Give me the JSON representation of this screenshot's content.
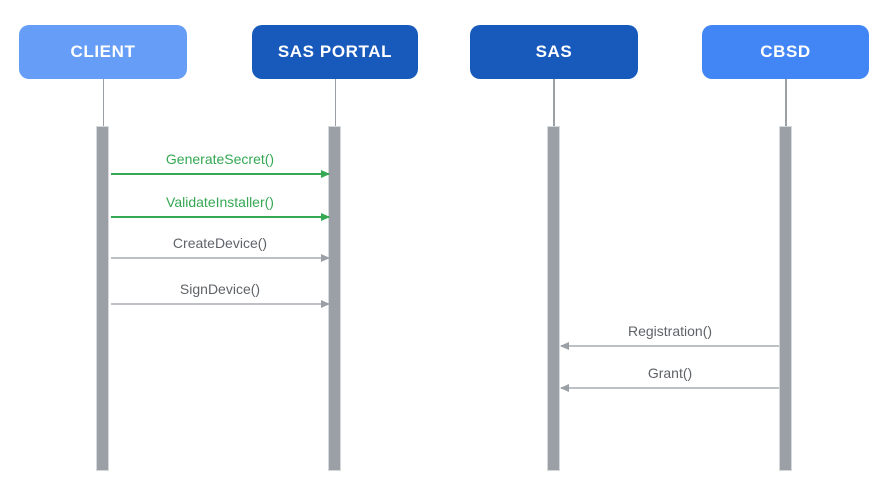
{
  "diagram": {
    "kind": "sequence-diagram",
    "actors": [
      {
        "id": "client",
        "label": "CLIENT",
        "color": "#669DF6"
      },
      {
        "id": "sas-portal",
        "label": "SAS PORTAL",
        "color": "#185ABC"
      },
      {
        "id": "sas",
        "label": "SAS",
        "color": "#185ABC"
      },
      {
        "id": "cbsd",
        "label": "CBSD",
        "color": "#4285F4"
      }
    ],
    "lifeline_color": "#9AA0A6",
    "messages": [
      {
        "label": "GenerateSecret()",
        "from": "CLIENT",
        "to": "SAS PORTAL",
        "direction": "right",
        "color": "#34A853"
      },
      {
        "label": "ValidateInstaller()",
        "from": "CLIENT",
        "to": "SAS PORTAL",
        "direction": "right",
        "color": "#34A853"
      },
      {
        "label": "CreateDevice()",
        "from": "CLIENT",
        "to": "SAS PORTAL",
        "direction": "right",
        "color": "#5F6368"
      },
      {
        "label": "SignDevice()",
        "from": "CLIENT",
        "to": "SAS PORTAL",
        "direction": "right",
        "color": "#5F6368"
      },
      {
        "label": "Registration()",
        "from": "CBSD",
        "to": "SAS",
        "direction": "left",
        "color": "#5F6368"
      },
      {
        "label": "Grant()",
        "from": "CBSD",
        "to": "SAS",
        "direction": "left",
        "color": "#5F6368"
      }
    ]
  }
}
